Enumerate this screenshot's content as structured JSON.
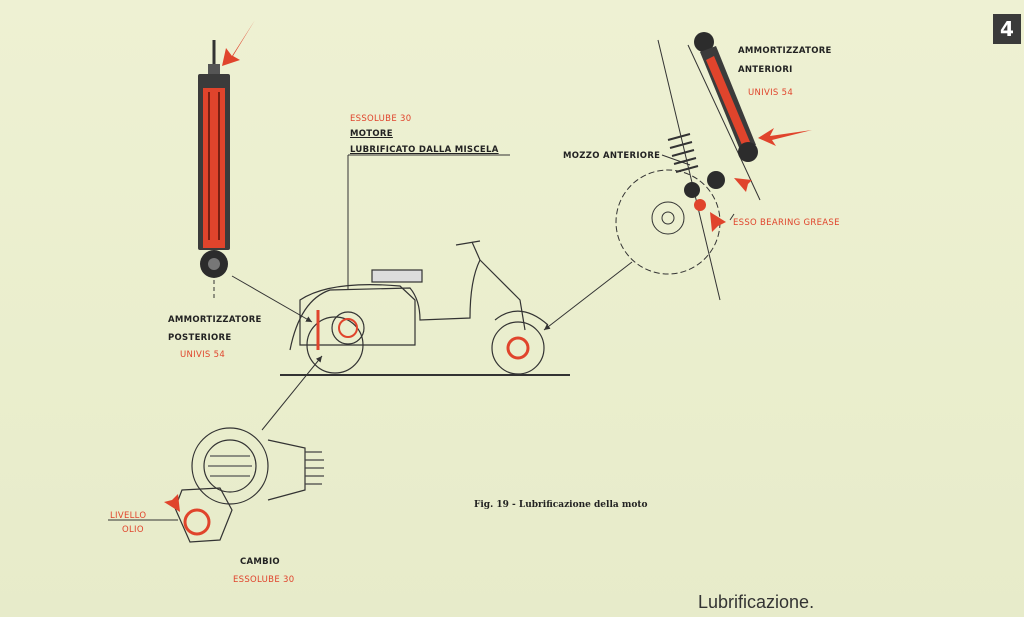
{
  "page_number": "4",
  "section_title": "Lubrificazione.",
  "figure_caption": "Fig. 19 - Lubrificazione della moto",
  "labels": {
    "engine_oil": "ESSOLUBE 30",
    "engine": "MOTORE",
    "engine_note": "LUBRIFICATO DALLA MISCELA",
    "front_hub": "MOZZO ANTERIORE",
    "front_shock_1": "AMMORTIZZATORE",
    "front_shock_2": "ANTERIORI",
    "front_shock_oil": "UNIVIS 54",
    "bearing_grease": "ESSO BEARING GREASE",
    "rear_shock_1": "AMMORTIZZATORE",
    "rear_shock_2": "POSTERIORE",
    "rear_shock_oil": "UNIVIS 54",
    "oil_level_1": "LIVELLO",
    "oil_level_2": "OLIO",
    "gearbox": "CAMBIO",
    "gearbox_oil": "ESSOLUBE 30"
  },
  "colors": {
    "paper": "#eef1d3",
    "ink": "#222222",
    "lubricant_red": "#e0442c"
  }
}
